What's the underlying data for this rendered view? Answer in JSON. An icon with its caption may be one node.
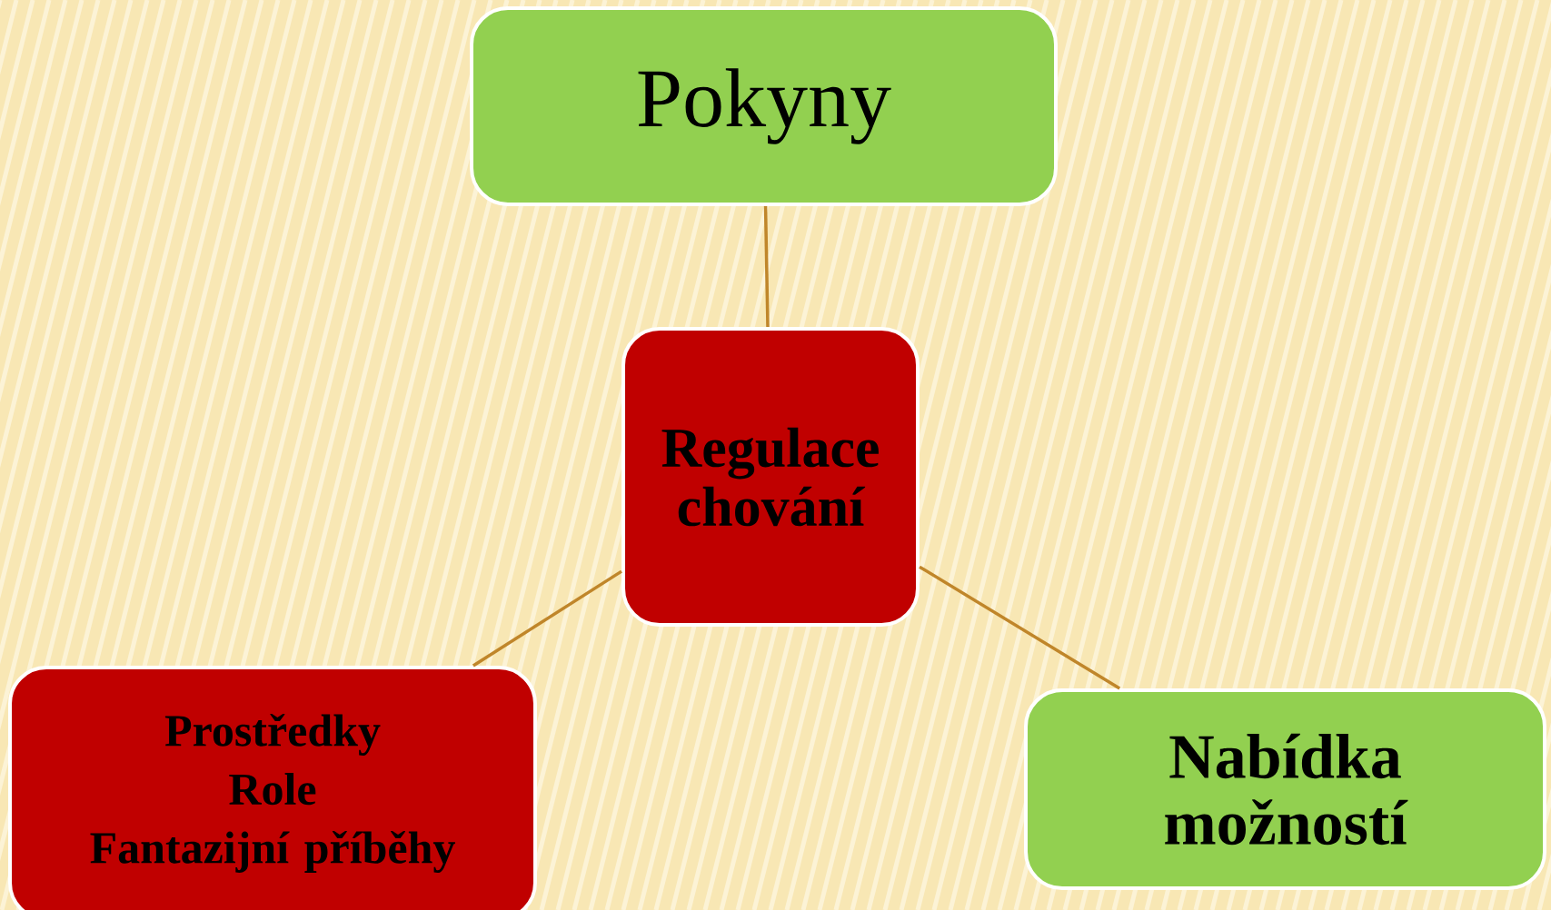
{
  "diagram": {
    "nodes": [
      {
        "text": [
          "Pokyny"
        ]
      },
      {
        "text": [
          "Regulace chování"
        ]
      },
      {
        "text": [
          "Prostředky",
          "Role",
          "Fantazijní příběhy"
        ]
      },
      {
        "text": [
          "Nabídka možností"
        ]
      }
    ],
    "edges": [
      {
        "from": 0,
        "to": 1,
        "arrow": "none"
      },
      {
        "from": 1,
        "to": 2,
        "arrow": "none"
      },
      {
        "from": 1,
        "to": 3,
        "arrow": "none"
      }
    ]
  }
}
